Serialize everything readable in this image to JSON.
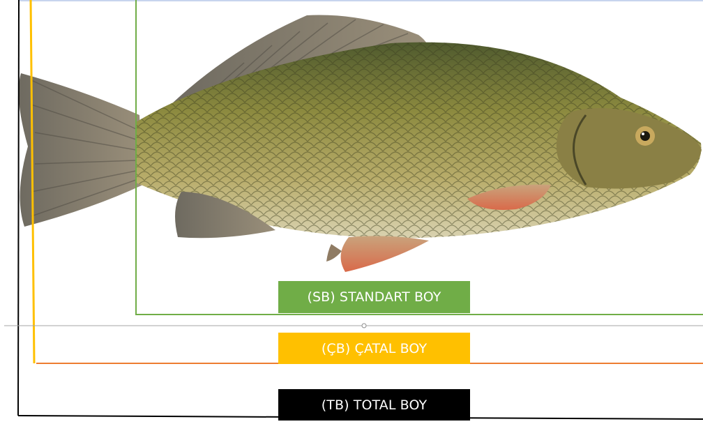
{
  "labels": {
    "standard_length": "(SB) STANDART BOY",
    "fork_length": "(ÇB) ÇATAL BOY",
    "total_length": "(TB) TOTAL BOY"
  },
  "colors": {
    "standard_length": "#70ad47",
    "fork_length": "#ffc000",
    "fork_line_horizontal": "#ed7d31",
    "total_length": "#000000",
    "standard_label_text": "#ffffff",
    "fork_label_text": "#ffffff",
    "total_label_text": "#ffffff"
  },
  "illustration": {
    "subject": "fish-side-view",
    "species_hint": "carp"
  }
}
